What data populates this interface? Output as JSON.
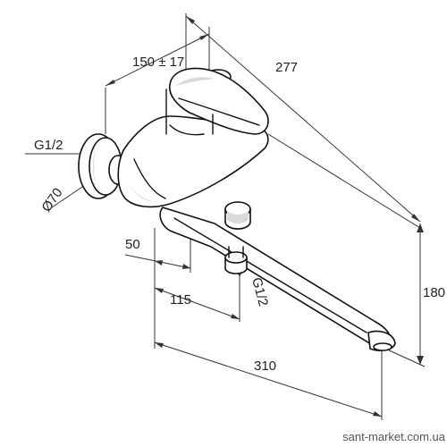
{
  "dimensions": {
    "reach_range": "150 ± 17",
    "total_length": "277",
    "inlet_thread_left": "G1/2",
    "rosette_diameter": "Ø70",
    "offset_50": "50",
    "offset_115": "115",
    "inlet_thread_bottom": "G1/2",
    "height": "180",
    "spout_length": "310"
  },
  "watermark": "sant-market.com.ua",
  "colors": {
    "line": "#111111",
    "dimension": "#333333",
    "background": "#ffffff"
  }
}
